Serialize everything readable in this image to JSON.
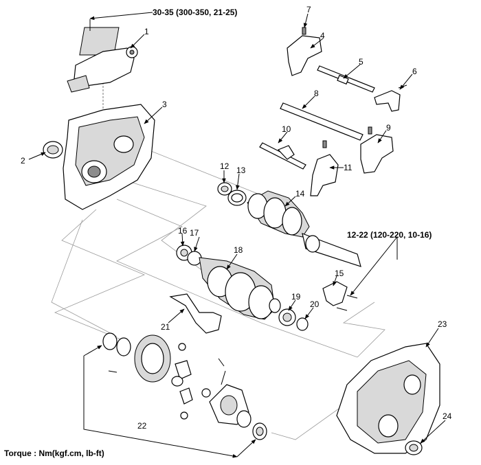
{
  "torque_specs": {
    "top": "30-35 (300-350, 21-25)",
    "right": "12-22 (120-220, 10-16)",
    "legend": "Torque : Nm(kgf.cm, lb-ft)"
  },
  "callouts": [
    "1",
    "2",
    "3",
    "4",
    "5",
    "6",
    "7",
    "8",
    "9",
    "10",
    "11",
    "12",
    "13",
    "14",
    "15",
    "16",
    "17",
    "18",
    "19",
    "20",
    "21",
    "22",
    "23",
    "24"
  ]
}
